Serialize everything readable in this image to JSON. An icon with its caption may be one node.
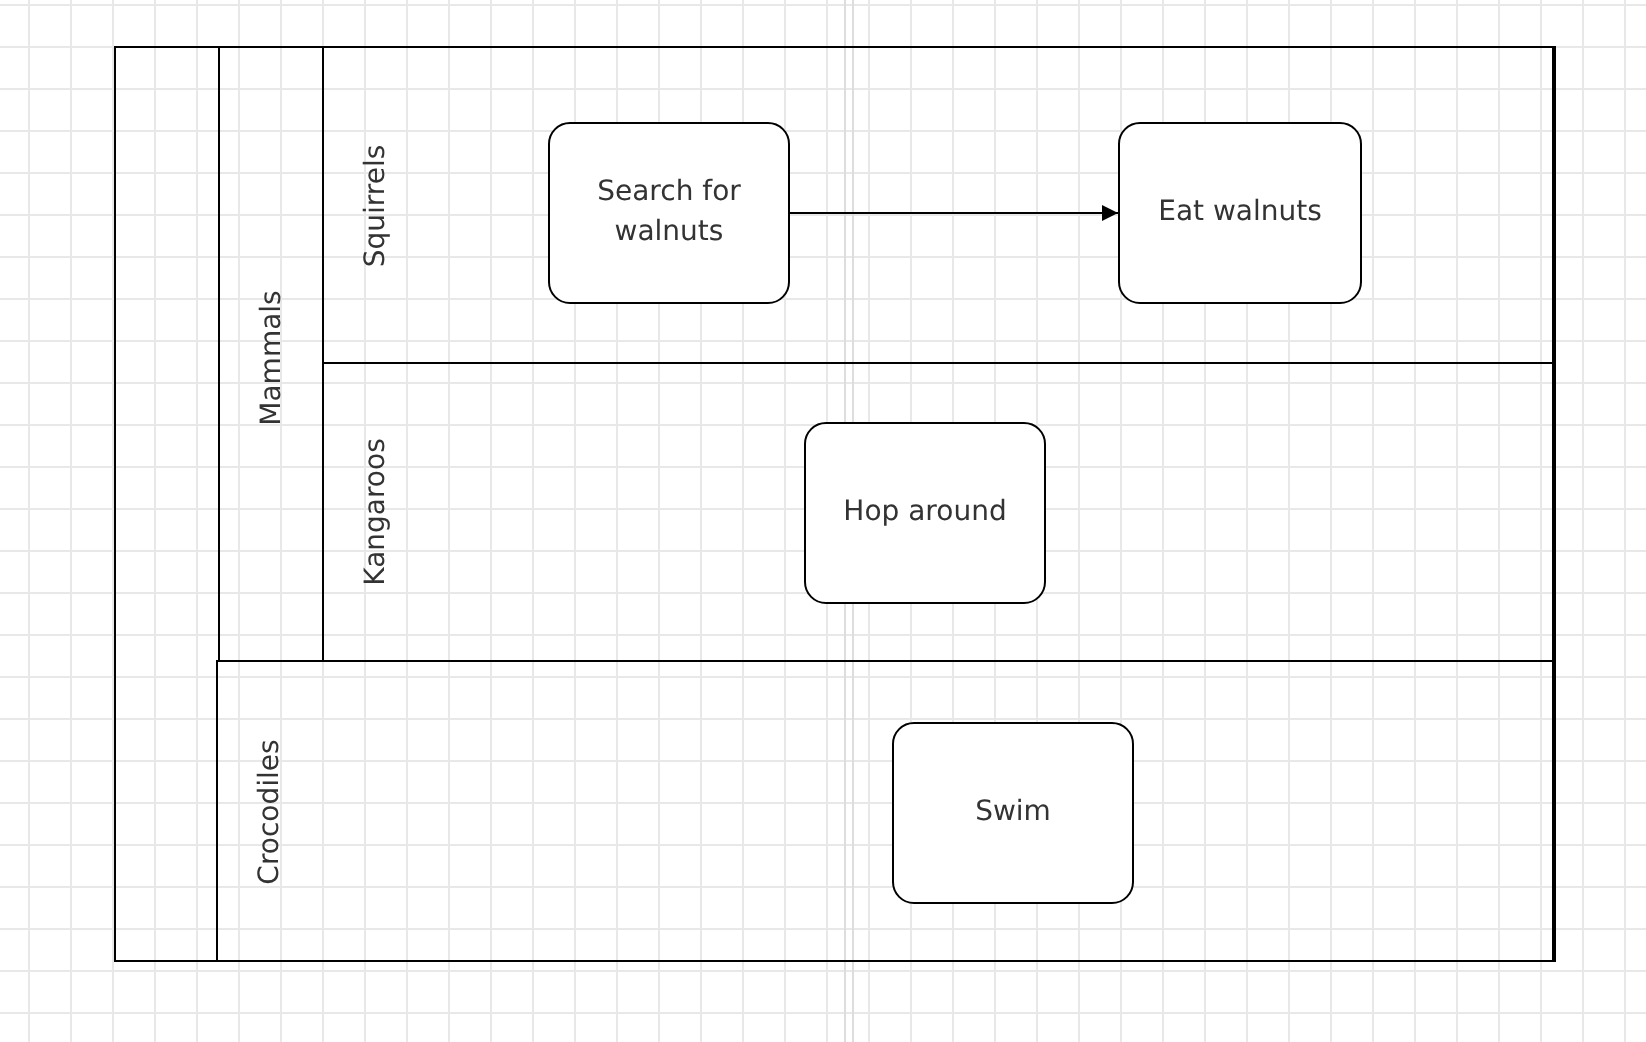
{
  "diagram": {
    "nodes": [
      {
        "text": [],
        "shape": "box"
      },
      {
        "text": [
          "Mammals"
        ],
        "in": 0
      },
      {
        "text": [
          "Squirrels"
        ],
        "in": 1
      },
      {
        "text": [
          "Search for walnuts"
        ],
        "in": 2
      },
      {
        "text": [
          "Eat walnuts"
        ],
        "in": 2
      },
      {
        "text": [
          "Kangaroos"
        ],
        "in": 1
      },
      {
        "text": [
          "Hop around"
        ],
        "in": 5
      },
      {
        "text": [
          "Crocodiles"
        ],
        "in": 0
      },
      {
        "text": [
          "Swim"
        ],
        "in": 7
      }
    ],
    "edges": [
      {
        "from": 3,
        "to": 4,
        "arrow": "to"
      }
    ]
  }
}
